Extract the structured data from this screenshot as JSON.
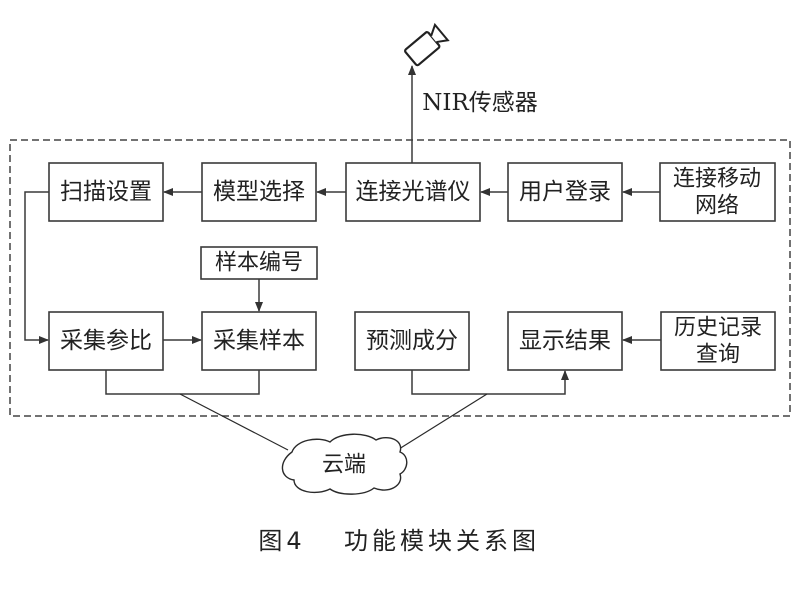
{
  "diagram": {
    "sensor_label": "NIR传感器",
    "sensor_icon": "camera-icon",
    "cloud_label": "云端",
    "caption_number": "图4",
    "caption_title": "功能模块关系图",
    "modules": {
      "scan_settings": "扫描设置",
      "model_select": "模型选择",
      "connect_spectrometer": "连接光谱仪",
      "user_login": "用户登录",
      "connect_network_l1": "连接移动",
      "connect_network_l2": "网络",
      "sample_number": "样本编号",
      "collect_reference": "采集参比",
      "collect_sample": "采集样本",
      "predict_components": "预测成分",
      "show_results": "显示结果",
      "history_l1": "历史记录",
      "history_l2": "查询"
    },
    "edges": [
      {
        "from": "连接移动网络",
        "to": "用户登录"
      },
      {
        "from": "用户登录",
        "to": "连接光谱仪"
      },
      {
        "from": "连接光谱仪",
        "to": "模型选择"
      },
      {
        "from": "连接光谱仪",
        "to": "NIR传感器"
      },
      {
        "from": "模型选择",
        "to": "扫描设置"
      },
      {
        "from": "扫描设置",
        "to": "采集参比"
      },
      {
        "from": "采集参比",
        "to": "采集样本"
      },
      {
        "from": "样本编号",
        "to": "采集样本"
      },
      {
        "from": "历史记录查询",
        "to": "显示结果"
      },
      {
        "from": "采集参比/采集样本",
        "to": "云端"
      },
      {
        "from": "云端",
        "to": "预测成分/显示结果"
      }
    ]
  }
}
